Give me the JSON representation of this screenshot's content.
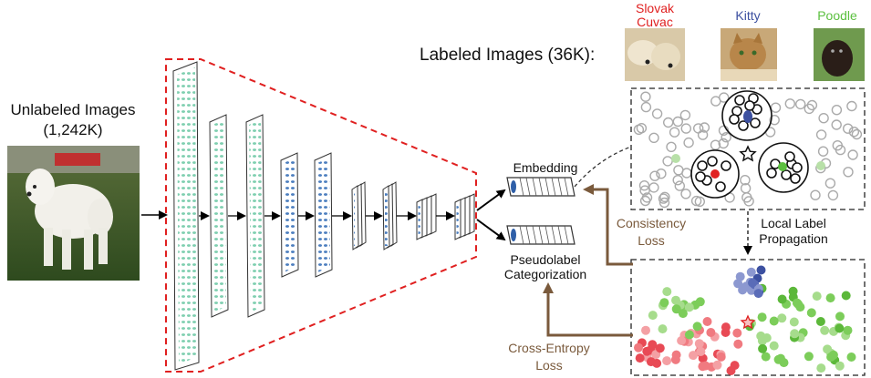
{
  "unlabeled": {
    "title": "Unlabeled Images",
    "count": "(1,242K)"
  },
  "labeled": {
    "title": "Labeled Images (36K):",
    "classes": [
      {
        "name_line1": "Slovak",
        "name_line2": "Cuvac",
        "color": "#e02020"
      },
      {
        "name_line1": "Kitty",
        "name_line2": "",
        "color": "#3c50a0"
      },
      {
        "name_line1": "Poodle",
        "name_line2": "",
        "color": "#5cc040"
      }
    ]
  },
  "outputs": {
    "embedding": "Embedding",
    "pseudolabel_line1": "Pseudolabel",
    "pseudolabel_line2": "Categorization"
  },
  "losses": {
    "consistency_line1": "Consistency",
    "consistency_line2": "Loss",
    "cross_entropy_line1": "Cross-Entropy",
    "cross_entropy_line2": "Loss"
  },
  "propagation": {
    "line1": "Local Label",
    "line2": "Propagation"
  },
  "colors": {
    "loss_arrow": "#7a5a3c",
    "dashed_red": "#e02020",
    "layer_teal": "#8fd3b6",
    "layer_blue": "#4d7fbf",
    "label_red": "#e02020",
    "label_blue": "#3c50a0",
    "label_green": "#5cc040"
  }
}
